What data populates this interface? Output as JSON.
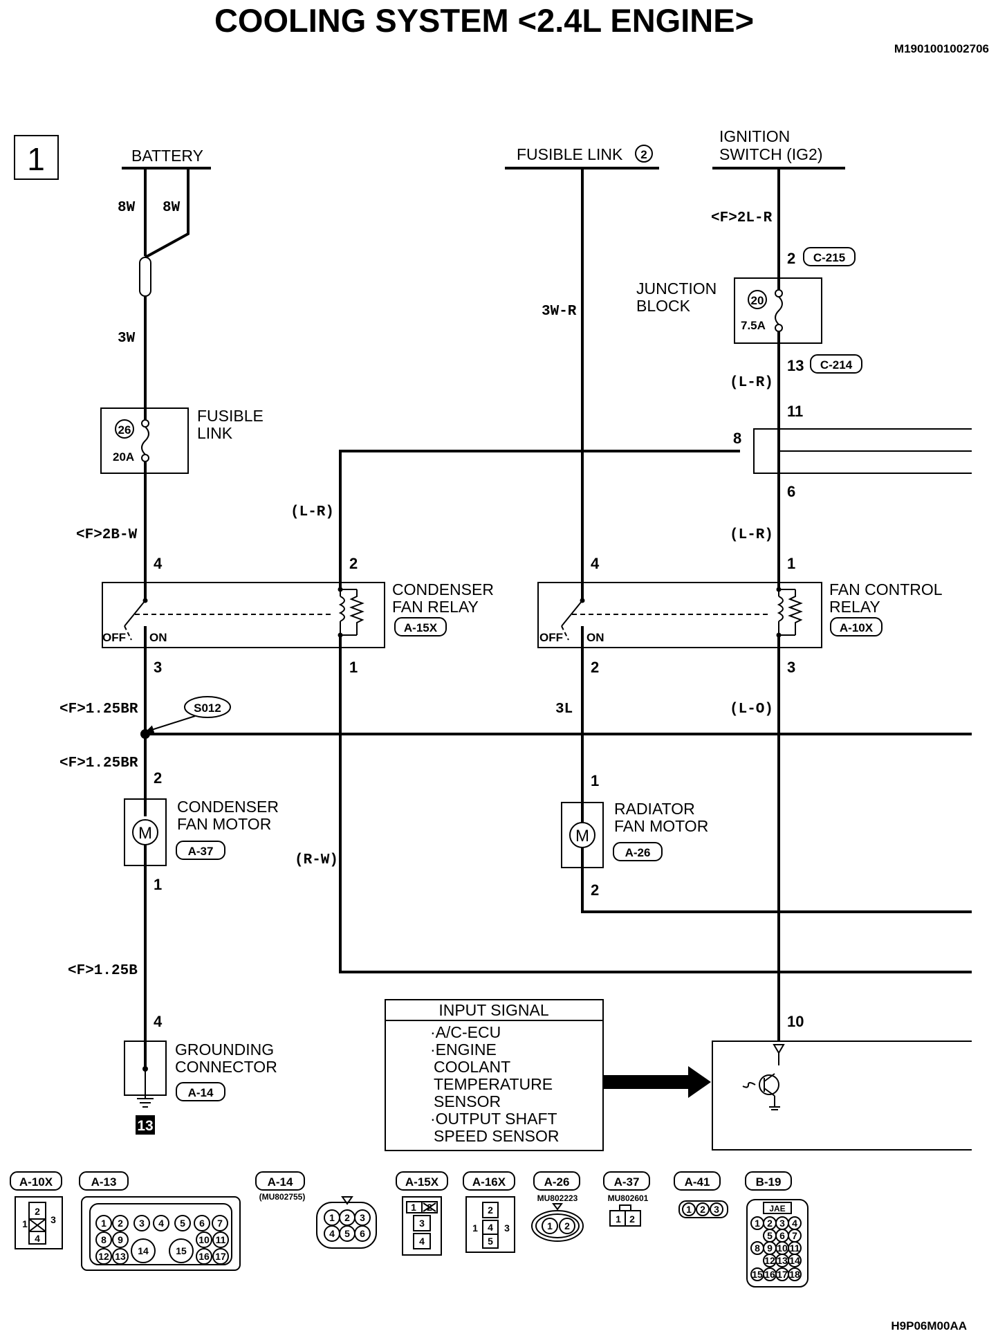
{
  "title": "COOLING SYSTEM <2.4L ENGINE>",
  "doc_code": "M1901001002706",
  "figure_code": "H9P06M00AA",
  "page_number": "1",
  "sources": {
    "battery": "BATTERY",
    "fusible_link_2": "FUSIBLE LINK",
    "fusible_link_2_num": "2",
    "ignition_line1": "IGNITION",
    "ignition_line2": "SWITCH (IG2)"
  },
  "wires": {
    "battery_8w_a": "8W",
    "battery_8w_b": "8W",
    "battery_3w": "3W",
    "fusible_3wr": "3W-R",
    "ign_2lr": "<F>2L-R",
    "jb_out_lr": "(L-R)",
    "relay_in_2bw": "<F>2B-W",
    "cond_relay_lr": "(L-R)",
    "fan_ctrl_lr": "(L-R)",
    "splice_125br_a": "<F>1.25BR",
    "splice_125br_b": "<F>1.25BR",
    "rad_3l": "3L",
    "fan_ctrl_out_lo": "(L-O)",
    "rw": "(R-W)",
    "ground_125b": "<F>1.25B"
  },
  "junction_block": {
    "line1": "JUNCTION",
    "line2": "BLOCK",
    "fuse_num": "20",
    "fuse_rating": "7.5A",
    "pin_in": "2",
    "conn_in": "C-215",
    "pin_out": "13",
    "conn_out": "C-214"
  },
  "fusible_link": {
    "line1": "FUSIBLE",
    "line2": "LINK",
    "num": "26",
    "rating": "20A"
  },
  "ecu_pins": {
    "p11": "11",
    "p8": "8",
    "p6": "6",
    "p10": "10"
  },
  "condenser_fan_relay": {
    "line1": "CONDENSER",
    "line2": "FAN RELAY",
    "connector": "A-15X",
    "pin4": "4",
    "pin2": "2",
    "pin3": "3",
    "pin1": "1",
    "off": "OFF",
    "on": "ON"
  },
  "fan_control_relay": {
    "line1": "FAN CONTROL",
    "line2": "RELAY",
    "connector": "A-10X",
    "pin4": "4",
    "pin1": "1",
    "pin2": "2",
    "pin3": "3",
    "off": "OFF",
    "on": "ON"
  },
  "splice": "S012",
  "condenser_fan_motor": {
    "line1": "CONDENSER",
    "line2": "FAN MOTOR",
    "connector": "A-37",
    "pin_top": "2",
    "pin_bottom": "1",
    "symbol": "M"
  },
  "radiator_fan_motor": {
    "line1": "RADIATOR",
    "line2": "FAN MOTOR",
    "connector": "A-26",
    "pin_top": "1",
    "pin_bottom": "2",
    "symbol": "M"
  },
  "grounding_connector": {
    "line1": "GROUNDING",
    "line2": "CONNECTOR",
    "connector": "A-14",
    "pin": "4",
    "ground_num": "13"
  },
  "input_signal": {
    "header": "INPUT SIGNAL",
    "lines": [
      "·A/C-ECU",
      "·ENGINE",
      "COOLANT",
      "TEMPERATURE",
      "SENSOR",
      "·OUTPUT SHAFT",
      "SPEED SENSOR"
    ]
  },
  "connector_views": {
    "a10x": {
      "label": "A-10X",
      "pins": [
        "1",
        "2",
        "3",
        "4"
      ]
    },
    "a13": {
      "label": "A-13",
      "pins": [
        "1",
        "2",
        "3",
        "4",
        "5",
        "6",
        "7",
        "8",
        "9",
        "10",
        "11",
        "12",
        "13",
        "14",
        "15",
        "16",
        "17"
      ]
    },
    "a14": {
      "label": "A-14",
      "part": "(MU802755)",
      "pins": [
        "1",
        "2",
        "3",
        "4",
        "5",
        "6"
      ]
    },
    "a15x": {
      "label": "A-15X",
      "pins": [
        "1",
        "2",
        "3",
        "4"
      ]
    },
    "a16x": {
      "label": "A-16X",
      "pins": [
        "1",
        "2",
        "3",
        "4",
        "5"
      ]
    },
    "a26": {
      "label": "A-26",
      "part": "MU802223",
      "pins": [
        "1",
        "2"
      ]
    },
    "a37": {
      "label": "A-37",
      "part": "MU802601",
      "pins": [
        "1",
        "2"
      ]
    },
    "a41": {
      "label": "A-41",
      "pins": [
        "1",
        "2",
        "3"
      ]
    },
    "b19": {
      "label": "B-19",
      "tag": "JAE",
      "pins": [
        "1",
        "2",
        "3",
        "4",
        "5",
        "6",
        "7",
        "8",
        "9",
        "10",
        "11",
        "12",
        "13",
        "14",
        "15",
        "16",
        "17",
        "18"
      ]
    }
  }
}
